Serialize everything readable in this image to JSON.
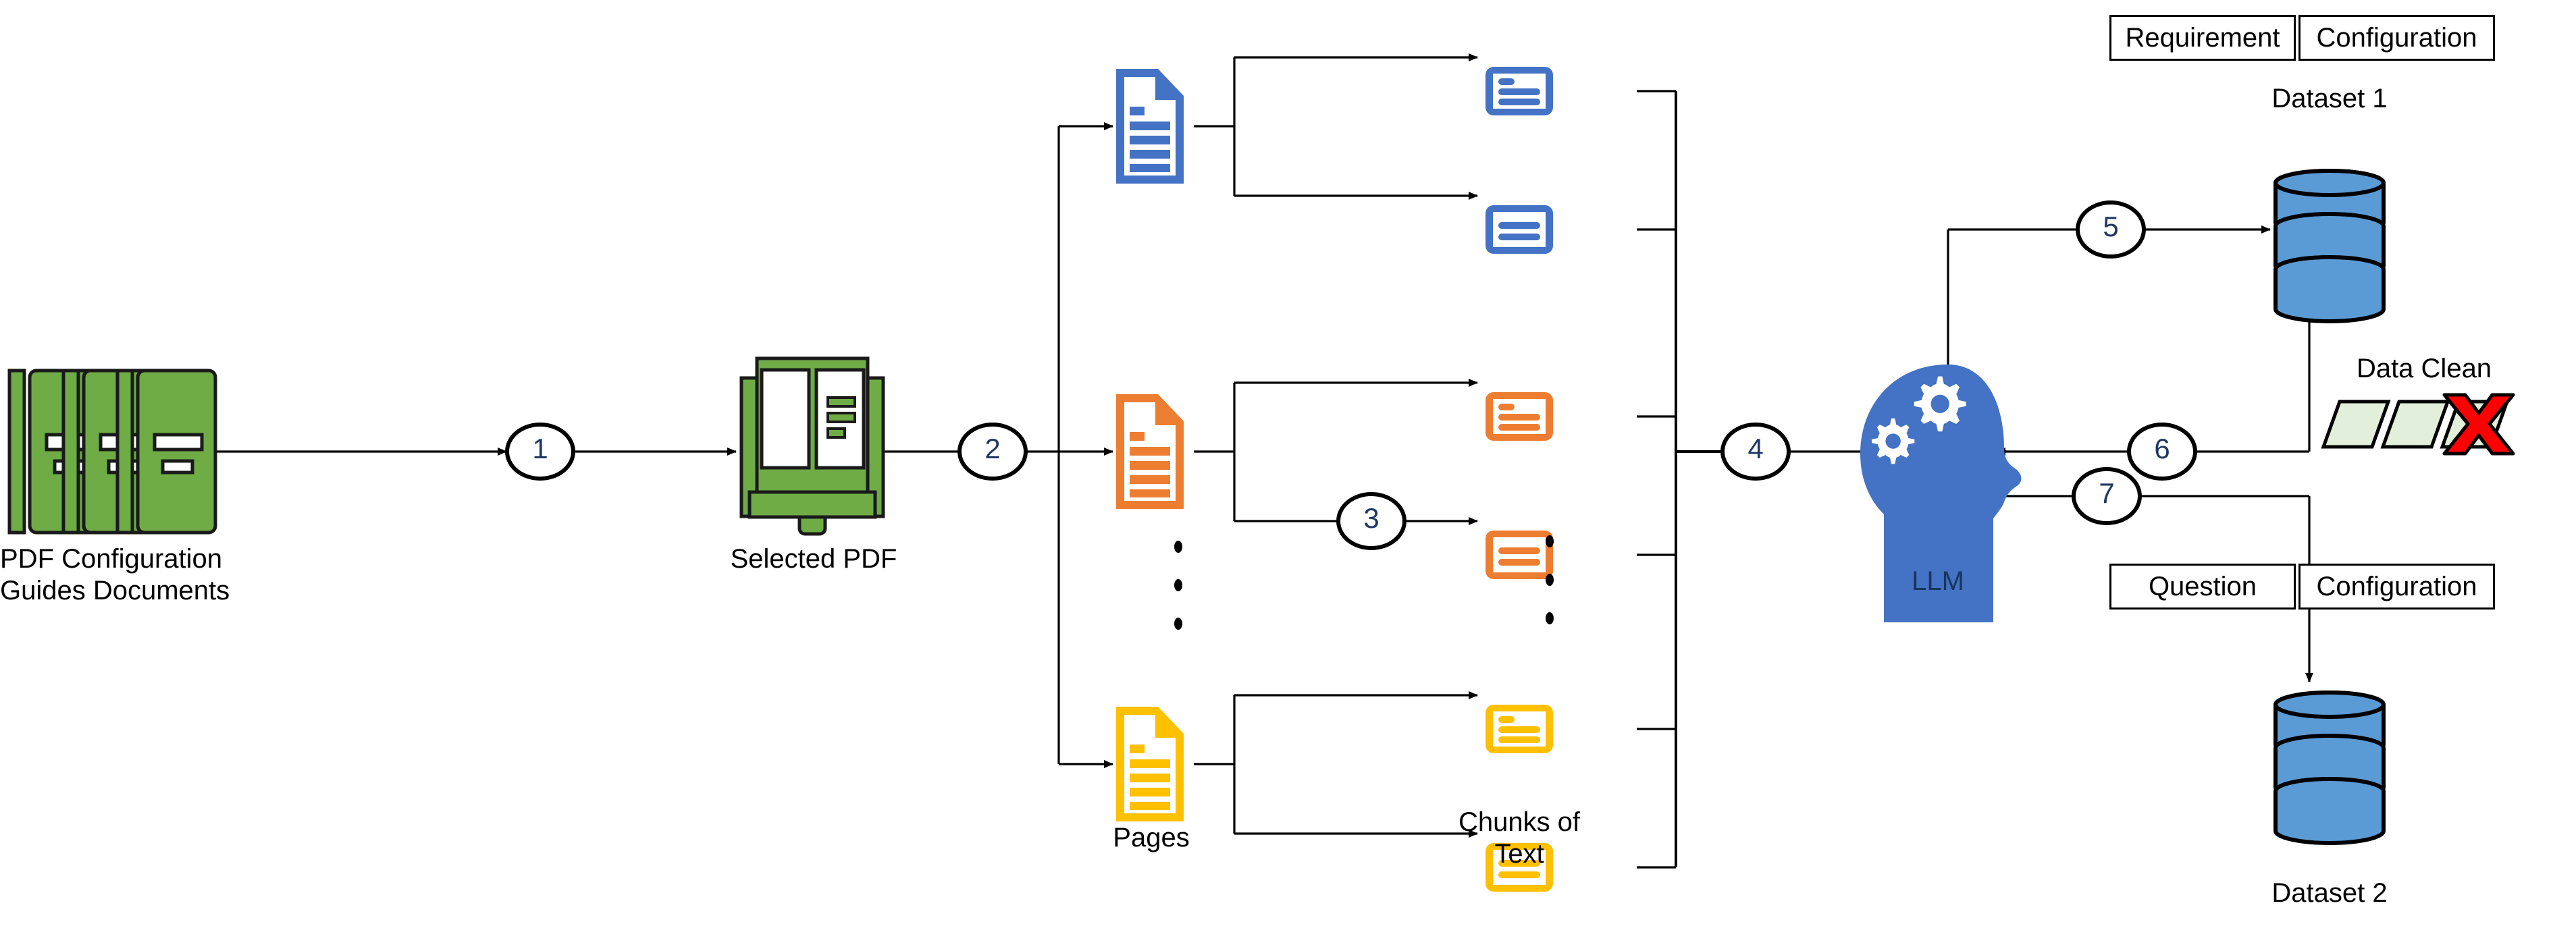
{
  "diagram": {
    "title": "LLM dataset generation pipeline from PDF configuration guides",
    "colors": {
      "green": "#6FAC46",
      "blue": "#4472C4",
      "blue_light": "#5B9BD5",
      "orange": "#ED7D31",
      "yellow": "#FFC000",
      "green_pale": "#E2EFDA",
      "red": "#FF0000",
      "line": "#000000",
      "number_text": "#1F3864"
    },
    "labels": {
      "pdf_docs": "PDF Configuration\nGuides Documents",
      "selected_pdf": "Selected PDF",
      "pages": "Pages",
      "chunks": "Chunks of\nText",
      "llm": "LLM",
      "dataset1": "Dataset 1",
      "dataset2": "Dataset 2",
      "data_clean": "Data Clean"
    },
    "tag_boxes": {
      "requirement": "Requirement",
      "configuration_top": "Configuration",
      "question": "Question",
      "configuration_bottom": "Configuration"
    },
    "step_numbers": [
      {
        "id": "step-1",
        "label": "1"
      },
      {
        "id": "step-2",
        "label": "2"
      },
      {
        "id": "step-3",
        "label": "3"
      },
      {
        "id": "step-4",
        "label": "4"
      },
      {
        "id": "step-5",
        "label": "5"
      },
      {
        "id": "step-6",
        "label": "6"
      },
      {
        "id": "step-7",
        "label": "7"
      }
    ],
    "page_rows": [
      {
        "color_key": "blue",
        "chunk_lines": [
          3,
          2
        ]
      },
      {
        "color_key": "orange",
        "chunk_lines": [
          3,
          2
        ]
      },
      {
        "color_key": "yellow",
        "chunk_lines": [
          3,
          2
        ]
      }
    ],
    "ellipsis_marks": {
      "pages_column": 3,
      "chunks_column": 3
    },
    "clean_tiles": 3,
    "clean_tiles_rejected": 1
  }
}
